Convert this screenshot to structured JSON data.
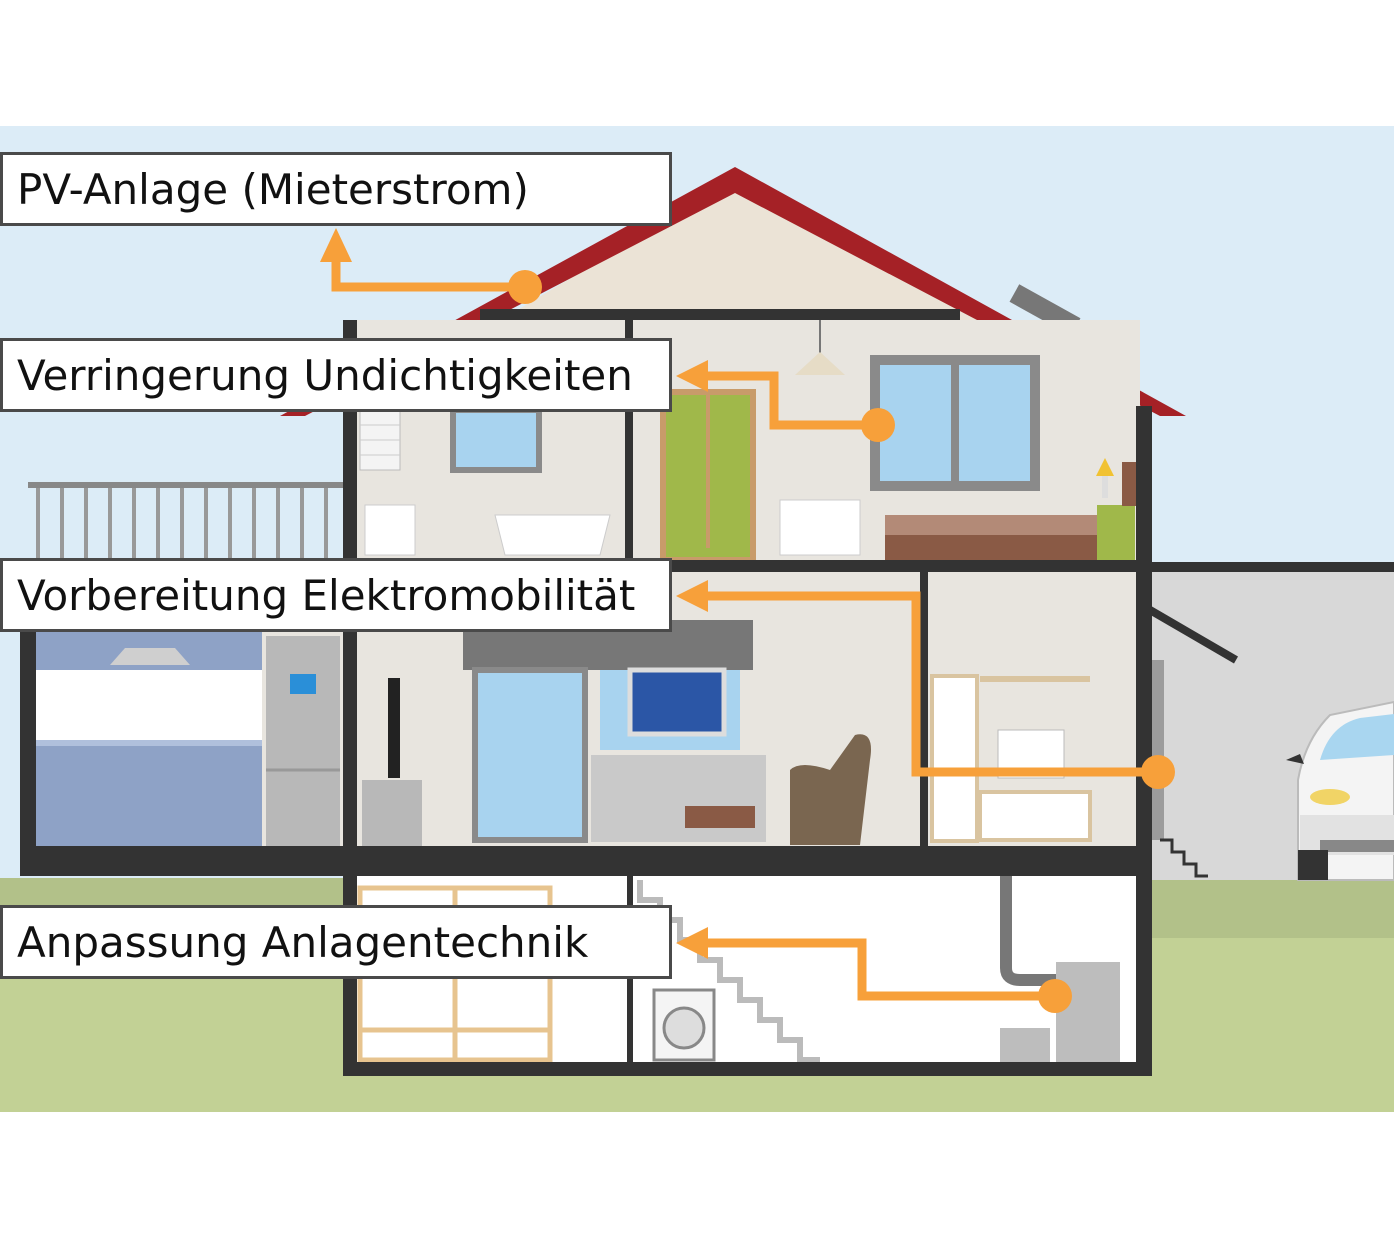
{
  "callouts": [
    {
      "label": "PV-Anlage (Mieterstrom)",
      "target": "roof"
    },
    {
      "label": "Verringerung Undichtigkeiten",
      "target": "window"
    },
    {
      "label": "Vorbereitung Elektromobilität",
      "target": "garage-wall"
    },
    {
      "label": "Anpassung Anlagentechnik",
      "target": "heating-system"
    }
  ],
  "colors": {
    "sky": "#dcecf7",
    "grass": "#c2d195",
    "roof": "#a52126",
    "wall": "#e8e5df",
    "frame": "#333333",
    "arrow": "#f7a03a"
  }
}
